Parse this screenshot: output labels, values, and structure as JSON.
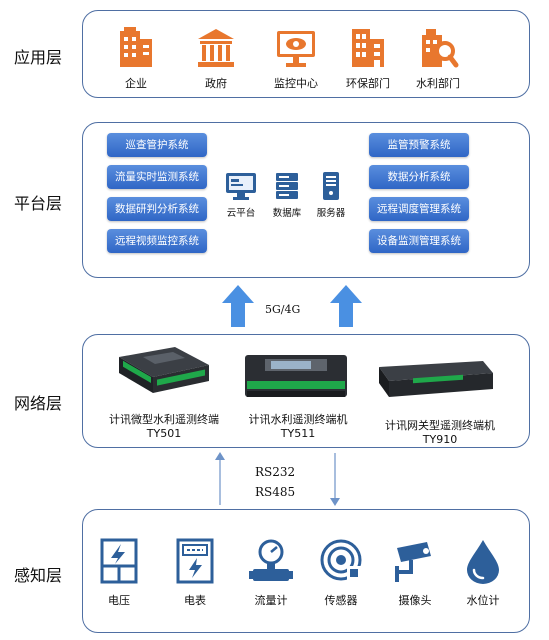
{
  "layers": {
    "app": "应用层",
    "platform": "平台层",
    "network": "网络层",
    "perception": "感知层"
  },
  "app_items": [
    "企业",
    "政府",
    "监控中心",
    "环保部门",
    "水利部门"
  ],
  "platform": {
    "left_systems": [
      "巡查管护系统",
      "流量实时监测系统",
      "数据研判分析系统",
      "远程视频监控系统"
    ],
    "right_systems": [
      "监管预警系统",
      "数据分析系统",
      "远程调度管理系统",
      "设备监测管理系统"
    ],
    "center": [
      "云平台",
      "数据库",
      "服务器"
    ],
    "accent": "#3a72cf"
  },
  "uplink_label": "5G/4G",
  "devices": [
    {
      "name": "计讯微型水利遥测终端",
      "model": "TY501"
    },
    {
      "name": "计讯水利遥测终端机",
      "model": "TY511"
    },
    {
      "name": "计讯网关型遥测终端机",
      "model": "TY910"
    }
  ],
  "serial": {
    "line1": "RS232",
    "line2": "RS485"
  },
  "sensors": [
    "电压",
    "电表",
    "流量计",
    "传感器",
    "摄像头",
    "水位计"
  ],
  "colors": {
    "icon_orange": "#e8772e",
    "icon_blue": "#2d5f9a",
    "border": "#4f6fa3",
    "arrow": "#4a90e2"
  }
}
